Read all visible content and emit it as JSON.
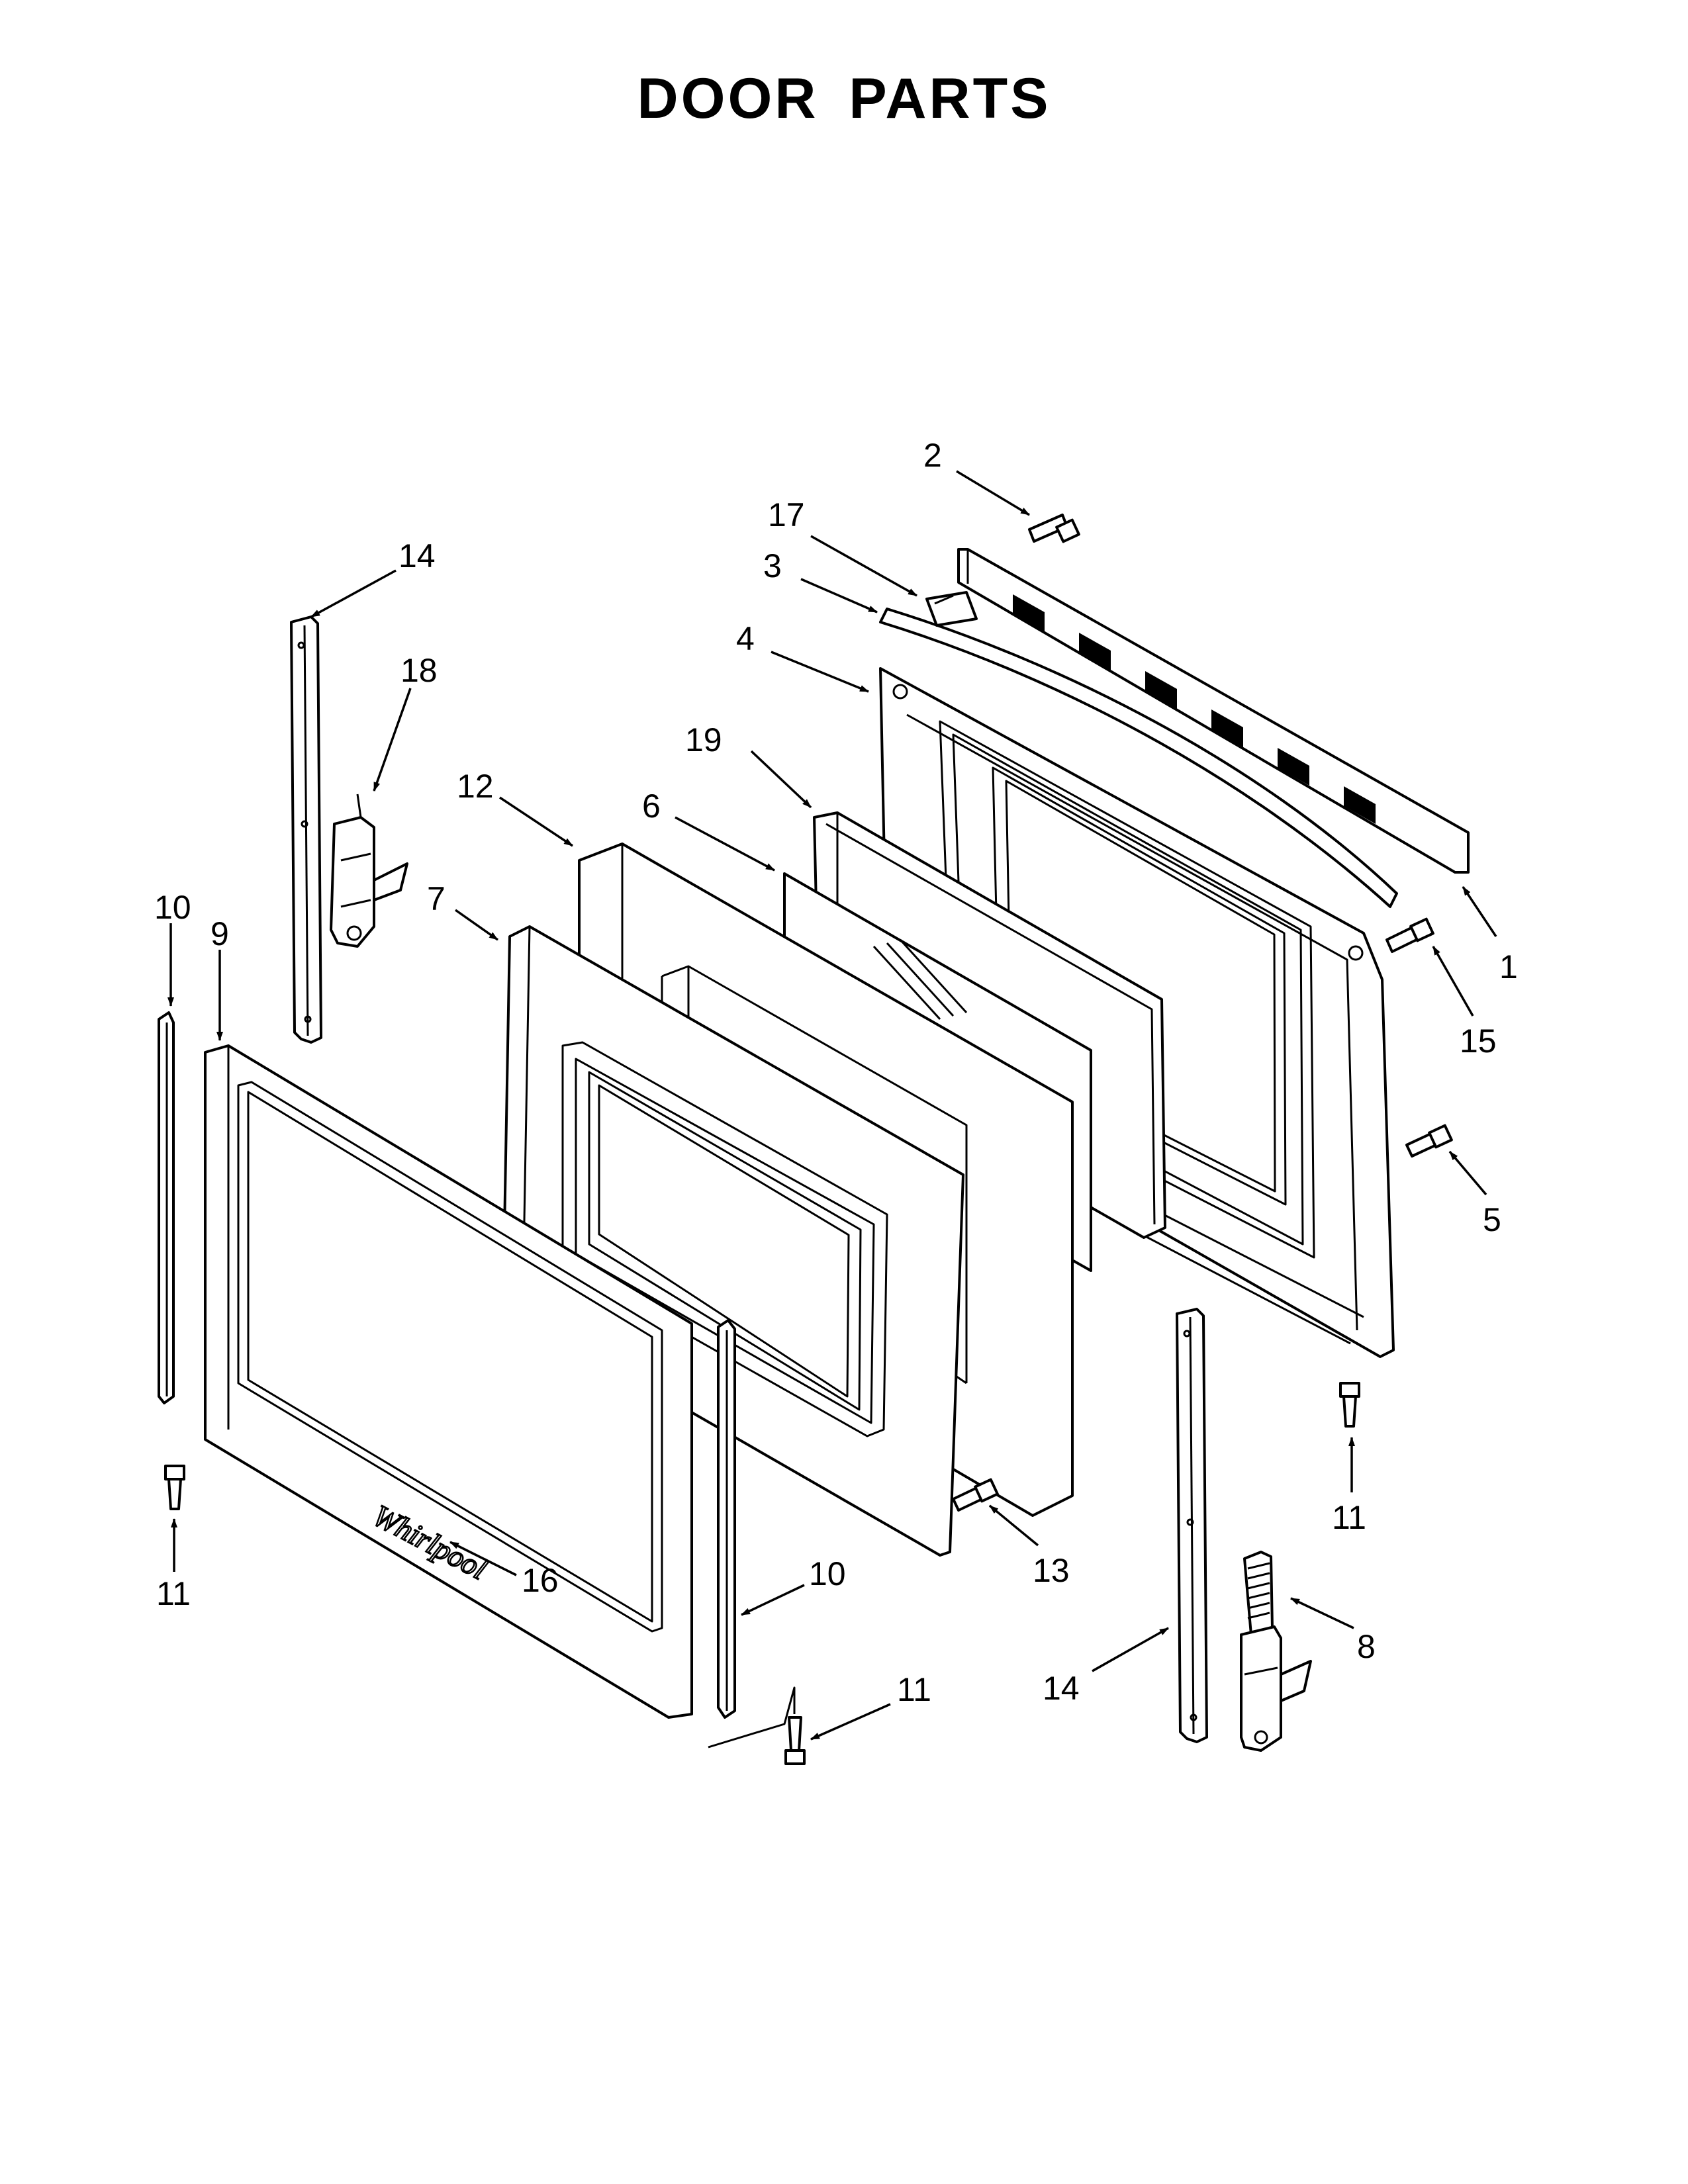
{
  "title": "DOOR PARTS",
  "callouts": [
    {
      "id": "c2",
      "text": "2"
    },
    {
      "id": "c17",
      "text": "17"
    },
    {
      "id": "c3",
      "text": "3"
    },
    {
      "id": "c4",
      "text": "4"
    },
    {
      "id": "c14a",
      "text": "14"
    },
    {
      "id": "c18",
      "text": "18"
    },
    {
      "id": "c19",
      "text": "19"
    },
    {
      "id": "c12",
      "text": "12"
    },
    {
      "id": "c6",
      "text": "6"
    },
    {
      "id": "c7",
      "text": "7"
    },
    {
      "id": "c10a",
      "text": "10"
    },
    {
      "id": "c9",
      "text": "9"
    },
    {
      "id": "c1",
      "text": "1"
    },
    {
      "id": "c15",
      "text": "15"
    },
    {
      "id": "c5",
      "text": "5"
    },
    {
      "id": "c11a",
      "text": "11"
    },
    {
      "id": "c11b",
      "text": "11"
    },
    {
      "id": "c13",
      "text": "13"
    },
    {
      "id": "c16",
      "text": "16"
    },
    {
      "id": "c10b",
      "text": "10"
    },
    {
      "id": "c8",
      "text": "8"
    },
    {
      "id": "c14b",
      "text": "14"
    },
    {
      "id": "c11c",
      "text": "11"
    }
  ],
  "logo_text": "Whirlpool",
  "colors": {
    "ink": "#000000",
    "paper": "#ffffff"
  }
}
